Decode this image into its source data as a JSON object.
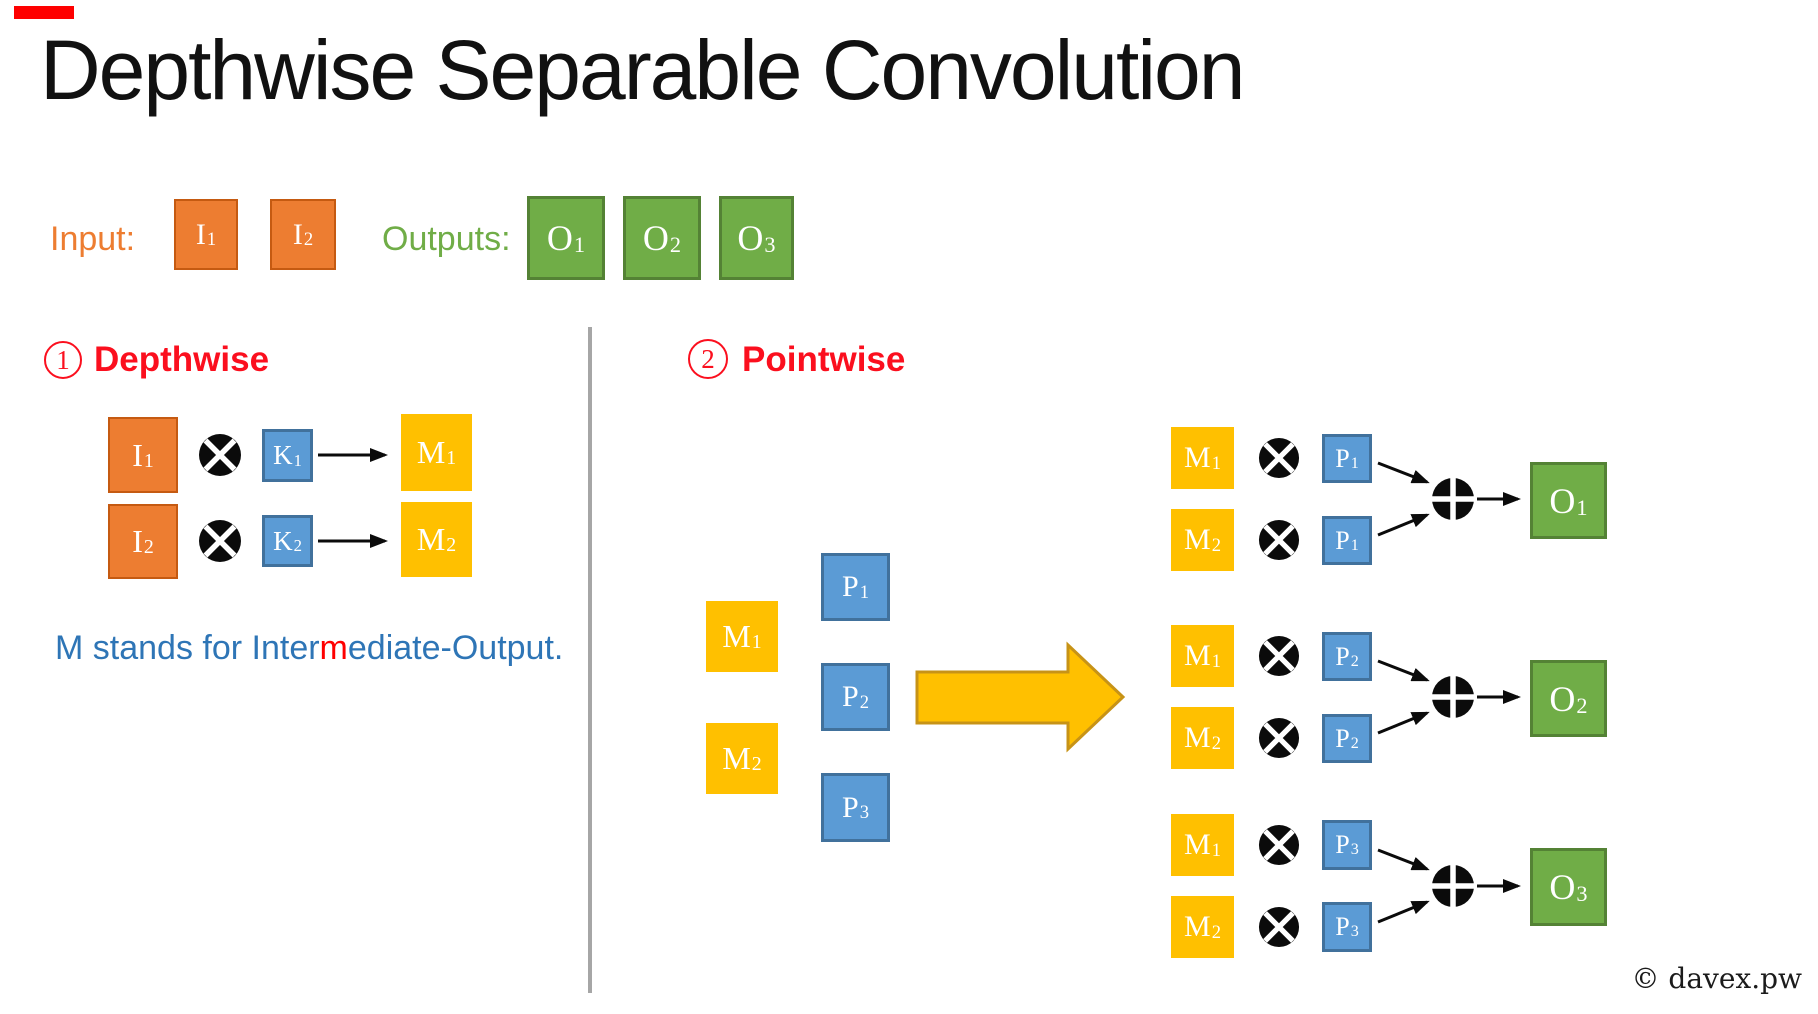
{
  "title": "Depthwise Separable Convolution",
  "copyright": "© davex.pw",
  "colors": {
    "orange": "#ED7D31",
    "orange_border": "#C55A11",
    "green": "#70AD47",
    "green_border": "#548235",
    "blue": "#5B9BD5",
    "blue_border": "#41719C",
    "yellow": "#FFC000",
    "yellow_arrow_border": "#C79317",
    "heading_red": "#fb0f1e",
    "note_blue": "#2E75B6",
    "note_red": "#FF0000",
    "divider_gray": "#A6A6A6"
  },
  "legend": {
    "input_label": "Input:",
    "outputs_label": "Outputs:",
    "inputs": [
      {
        "base": "I",
        "sub": "1"
      },
      {
        "base": "I",
        "sub": "2"
      }
    ],
    "outputs": [
      {
        "base": "O",
        "sub": "1"
      },
      {
        "base": "O",
        "sub": "2"
      },
      {
        "base": "O",
        "sub": "3"
      }
    ]
  },
  "depthwise": {
    "number": "1",
    "heading": "Depthwise",
    "rows": [
      {
        "input": {
          "base": "I",
          "sub": "1"
        },
        "kernel": {
          "base": "K",
          "sub": "1"
        },
        "result": {
          "base": "M",
          "sub": "1"
        }
      },
      {
        "input": {
          "base": "I",
          "sub": "2"
        },
        "kernel": {
          "base": "K",
          "sub": "2"
        },
        "result": {
          "base": "M",
          "sub": "2"
        }
      }
    ],
    "note_segments": [
      {
        "text": "M stands for Inter",
        "color": "#2E75B6"
      },
      {
        "text": "m",
        "color": "#FF0000"
      },
      {
        "text": "ediate-Output.",
        "color": "#2E75B6"
      }
    ]
  },
  "pointwise": {
    "number": "2",
    "heading": "Pointwise",
    "intermediate": [
      {
        "base": "M",
        "sub": "1"
      },
      {
        "base": "M",
        "sub": "2"
      }
    ],
    "kernels": [
      {
        "base": "P",
        "sub": "1"
      },
      {
        "base": "P",
        "sub": "2"
      },
      {
        "base": "P",
        "sub": "3"
      }
    ],
    "groups": [
      {
        "rows": [
          {
            "m": {
              "base": "M",
              "sub": "1"
            },
            "p": {
              "base": "P",
              "sub": "1"
            }
          },
          {
            "m": {
              "base": "M",
              "sub": "2"
            },
            "p": {
              "base": "P",
              "sub": "1"
            }
          }
        ],
        "output": {
          "base": "O",
          "sub": "1"
        }
      },
      {
        "rows": [
          {
            "m": {
              "base": "M",
              "sub": "1"
            },
            "p": {
              "base": "P",
              "sub": "2"
            }
          },
          {
            "m": {
              "base": "M",
              "sub": "2"
            },
            "p": {
              "base": "P",
              "sub": "2"
            }
          }
        ],
        "output": {
          "base": "O",
          "sub": "2"
        }
      },
      {
        "rows": [
          {
            "m": {
              "base": "M",
              "sub": "1"
            },
            "p": {
              "base": "P",
              "sub": "3"
            }
          },
          {
            "m": {
              "base": "M",
              "sub": "2"
            },
            "p": {
              "base": "P",
              "sub": "3"
            }
          }
        ],
        "output": {
          "base": "O",
          "sub": "3"
        }
      }
    ]
  }
}
